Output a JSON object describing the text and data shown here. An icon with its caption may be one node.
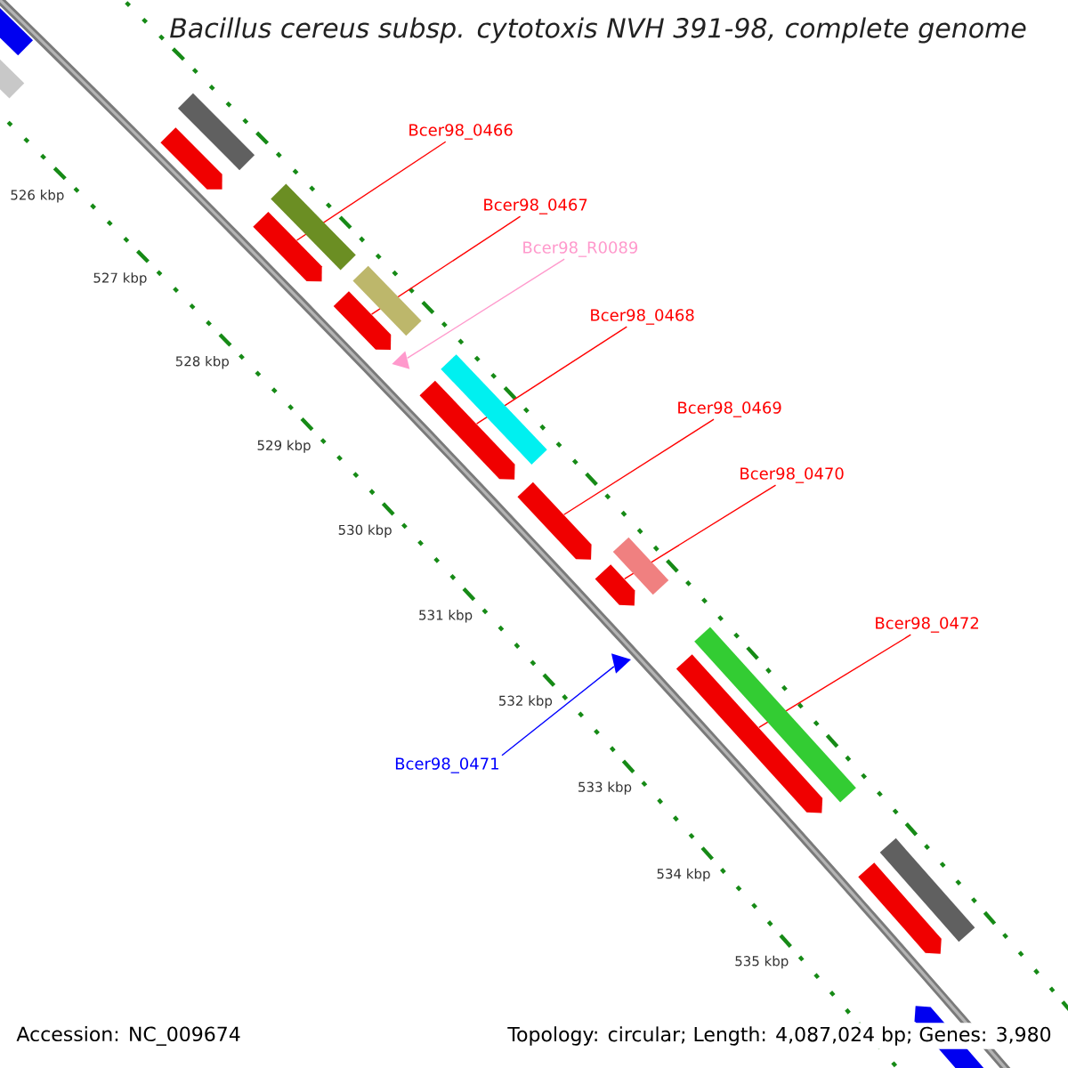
{
  "diagram": {
    "title": "Bacillus cereus subsp. cytotoxis NVH 391-98, complete genome",
    "nodes": [
      {
        "text": [],
        "shape": "arrow"
      },
      {
        "text": [],
        "shape": "arrow"
      },
      {
        "text": [],
        "shape": "arrow"
      },
      {
        "text": [],
        "shape": "arrow"
      },
      {
        "text": [],
        "shape": "arrow"
      },
      {
        "text": [],
        "shape": "arrow"
      },
      {
        "text": [],
        "shape": "arrow"
      },
      {
        "text": [],
        "shape": "arrow"
      },
      {
        "text": [],
        "shape": "triangle"
      },
      {
        "text": [],
        "shape": "triangle"
      },
      {
        "text": [
          "Bcer98_0466"
        ]
      },
      {
        "text": [
          "Bcer98_0467"
        ]
      },
      {
        "text": [
          "Bcer98_R0089"
        ]
      },
      {
        "text": [
          "Bcer98_0468"
        ]
      },
      {
        "text": [
          "Bcer98_0469"
        ]
      },
      {
        "text": [
          "Bcer98_0470"
        ]
      },
      {
        "text": [
          "Bcer98_0472"
        ]
      },
      {
        "text": [
          "Bcer98_0471"
        ]
      }
    ],
    "edges": [
      {
        "from": 10,
        "to": 1,
        "arrow": "none"
      },
      {
        "from": 11,
        "to": 2,
        "arrow": "none"
      },
      {
        "from": 12,
        "to": 8,
        "arrow": "none",
        "color": "#ff99cc"
      },
      {
        "from": 13,
        "to": 3,
        "arrow": "none"
      },
      {
        "from": 14,
        "to": 4,
        "arrow": "none"
      },
      {
        "from": 15,
        "to": 5,
        "arrow": "none"
      },
      {
        "from": 16,
        "to": 6,
        "arrow": "none"
      },
      {
        "from": 17,
        "to": 9,
        "arrow": "none",
        "color": "#0000ff"
      }
    ],
    "labels": [
      "526 kbp",
      "527 kbp",
      "528 kbp",
      "529 kbp",
      "530 kbp",
      "531 kbp",
      "532 kbp",
      "533 kbp",
      "534 kbp",
      "535 kbp",
      "Accession: NC_009674",
      "Topology: circular; Length: 4,087,024 bp; Genes: 3,980"
    ]
  }
}
